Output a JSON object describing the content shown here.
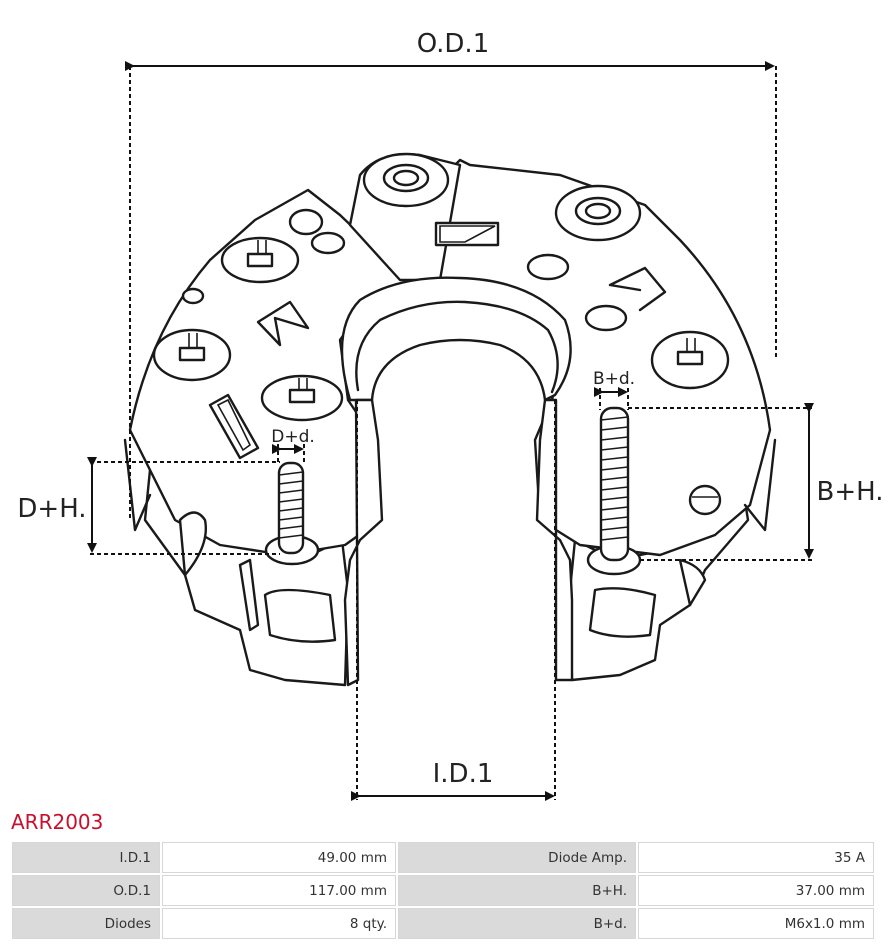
{
  "diagram": {
    "dimension_labels": {
      "od1": "O.D.1",
      "id1": "I.D.1",
      "dh": "D+H.",
      "dd": "D+d.",
      "bh": "B+H.",
      "bd": "B+d."
    }
  },
  "product": {
    "code": "ARR2003"
  },
  "specs": [
    {
      "label": "I.D.1",
      "value": "49.00 mm",
      "label2": "Diode Amp.",
      "value2": "35 A"
    },
    {
      "label": "O.D.1",
      "value": "117.00 mm",
      "label2": "B+H.",
      "value2": "37.00 mm"
    },
    {
      "label": "Diodes",
      "value": "8 qty.",
      "label2": "B+d.",
      "value2": "M6x1.0 mm"
    }
  ]
}
